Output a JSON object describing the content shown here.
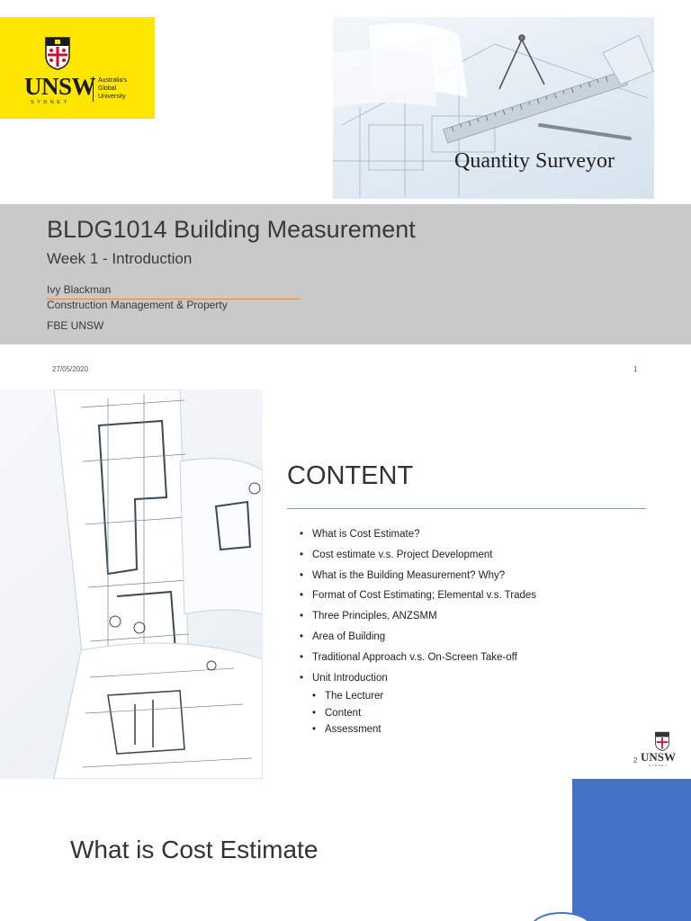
{
  "slide1": {
    "logo": {
      "wordmark": "UNSW",
      "city": "SYDNEY",
      "tagline_lines": [
        "Australia's",
        "Global",
        "University"
      ],
      "background": "#ffe600"
    },
    "hero_caption": "Quantity Surveyor",
    "title": "BLDG1014 Building Measurement",
    "subtitle": "Week 1 - Introduction",
    "author": "Ivy Blackman",
    "department": "Construction Management & Property",
    "school": "FBE UNSW",
    "date": "27/05/2020",
    "page_number": "1",
    "band_color": "#c9c9c9",
    "accent_line_color": "#e08a3c"
  },
  "slide2": {
    "title": "CONTENT",
    "rule_color": "#6f9fc5",
    "bullets": [
      "What is Cost Estimate?",
      "Cost estimate v.s. Project Development",
      "What is the Building Measurement? Why?",
      "Format of Cost Estimating; Elemental v.s. Trades",
      "Three Principles, ANZSMM",
      "Area of Building",
      "Traditional Approach v.s. On-Screen Take-off",
      "Unit Introduction"
    ],
    "sub_bullets": [
      "The Lecturer",
      "Content",
      "Assessment"
    ],
    "page_number": "2",
    "logo_wordmark": "UNSW",
    "logo_city": "SYDNEY"
  },
  "slide3": {
    "title": "What is Cost Estimate",
    "panel_color": "#4472c4"
  }
}
